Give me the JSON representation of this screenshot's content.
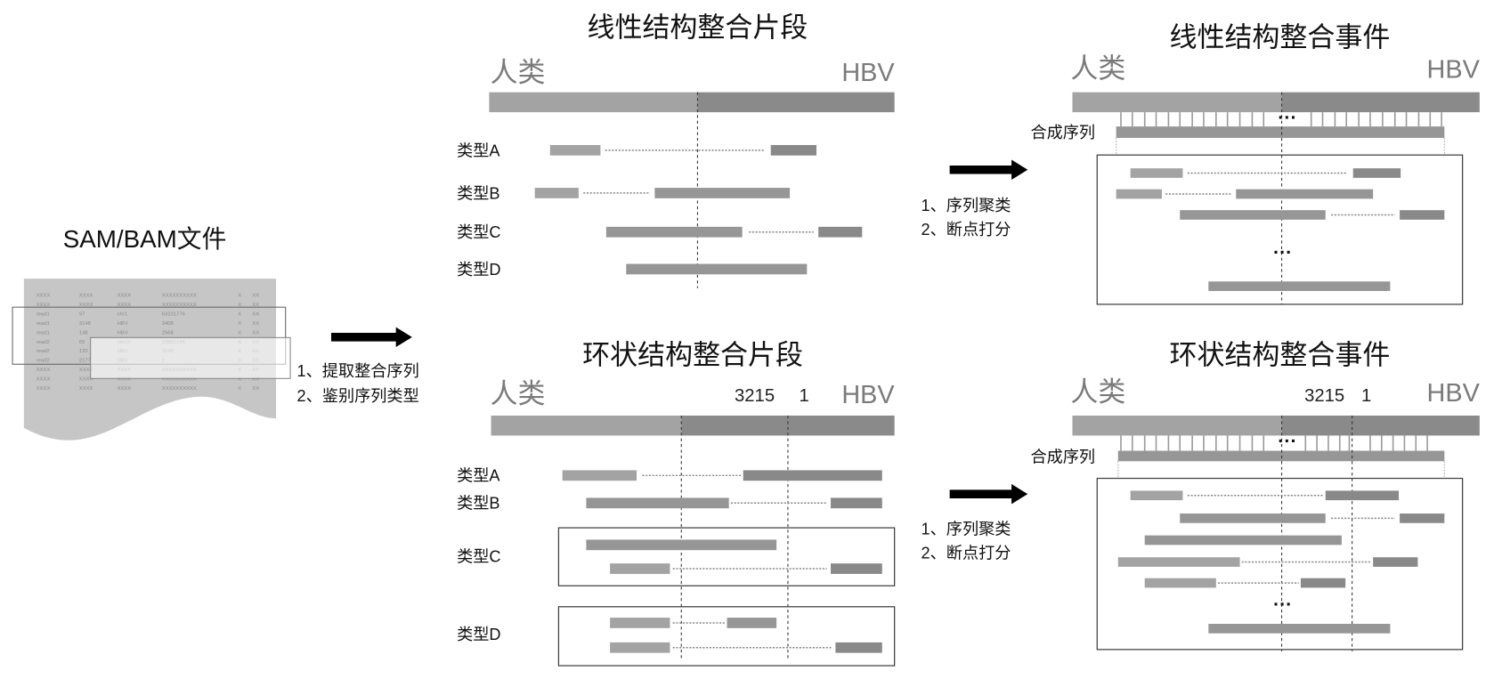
{
  "sam_bam": {
    "title": "SAM/BAM文件",
    "rows": [
      [
        "XXXX",
        "XXXX",
        "XXXX",
        "XXXXXXXXXX",
        "X",
        "XX"
      ],
      [
        "XXXX",
        "XXXX",
        "XXXX",
        "XXXXXXXXXX",
        "X",
        "XX"
      ],
      [
        "read1",
        "97",
        "chr1",
        "63231776",
        "X",
        "XX"
      ],
      [
        "read1",
        "3148",
        "HBV",
        "3408",
        "X",
        "XX"
      ],
      [
        "read1",
        "148",
        "HBV",
        "2568",
        "X",
        "XX"
      ],
      [
        "read2",
        "65",
        "chr13",
        "29882146",
        "X",
        "XX"
      ],
      [
        "read2",
        "120",
        "HBV",
        "3148",
        "X",
        "XX"
      ],
      [
        "read2",
        "2177",
        "HBV",
        "1",
        "X",
        "XX"
      ],
      [
        "XXXX",
        "XXXX",
        "XXXX",
        "XXXXXXXXXX",
        "X",
        "XX"
      ],
      [
        "XXXX",
        "XXXX",
        "XXXX",
        "XXXXXXXXXX",
        "X",
        "XX"
      ],
      [
        "XXXX",
        "XXXX",
        "XXXX",
        "XXXXXXXXXX",
        "X",
        "XX"
      ]
    ]
  },
  "step_extract": {
    "line1": "1、提取整合序列",
    "line2": "2、鉴别序列类型"
  },
  "step_cluster_linear": {
    "line1": "1、序列聚类",
    "line2": "2、断点打分"
  },
  "step_cluster_circular": {
    "line1": "1、序列聚类",
    "line2": "2、断点打分"
  },
  "linear_fragments": {
    "title": "线性结构整合片段",
    "human_label": "人类",
    "hbv_label": "HBV",
    "types": [
      "类型A",
      "类型B",
      "类型C",
      "类型D"
    ]
  },
  "circular_fragments": {
    "title": "环状结构整合片段",
    "human_label": "人类",
    "hbv_label": "HBV",
    "pos_end": "3215",
    "pos_start": "1",
    "types": [
      "类型A",
      "类型B",
      "类型C",
      "类型D"
    ]
  },
  "linear_events": {
    "title": "线性结构整合事件",
    "human_label": "人类",
    "hbv_label": "HBV",
    "consensus_label": "合成序列",
    "ellipsis": "···"
  },
  "circular_events": {
    "title": "环状结构整合事件",
    "human_label": "人类",
    "hbv_label": "HBV",
    "pos_end": "3215",
    "pos_start": "1",
    "consensus_label": "合成序列",
    "ellipsis": "···"
  },
  "colors": {
    "human_segment": "#a3a3a3",
    "hbv_segment": "#8a8a8a",
    "document": "#c6c6c6",
    "arrow": "#000000"
  }
}
